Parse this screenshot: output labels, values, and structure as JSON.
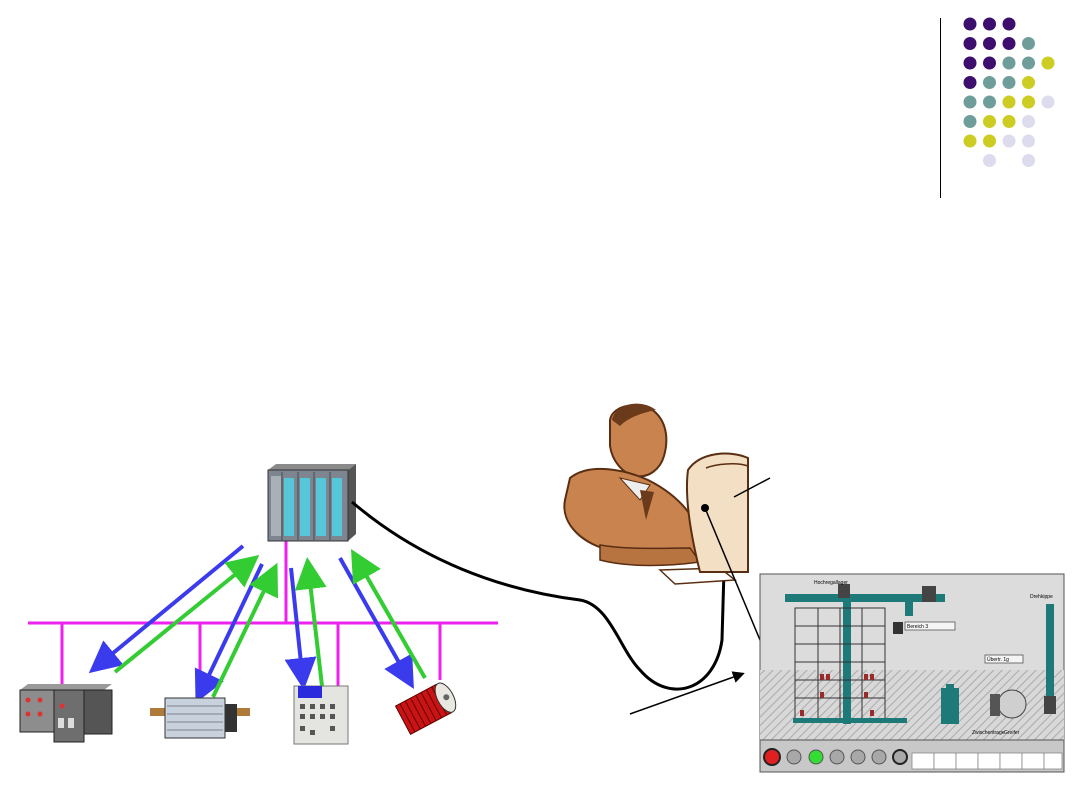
{
  "slide": {
    "background": "#ffffff",
    "decor_dot_grid": {
      "colors": {
        "purple": "#3d0e6e",
        "teal": "#6f9e9a",
        "yellow": "#cccc22",
        "lavender": "#dcdcee"
      },
      "rows": [
        [
          "purple",
          "purple",
          "purple"
        ],
        [
          "purple",
          "purple",
          "purple",
          "teal"
        ],
        [
          "purple",
          "purple",
          "teal",
          "teal",
          "yellow"
        ],
        [
          "purple",
          "teal",
          "teal",
          "yellow"
        ],
        [
          "teal",
          "teal",
          "yellow",
          "yellow",
          "lavender"
        ],
        [
          "teal",
          "yellow",
          "yellow",
          "lavender"
        ],
        [
          "yellow",
          "yellow",
          "lavender",
          "lavender"
        ],
        [
          "",
          "lavender",
          "",
          "lavender"
        ]
      ]
    }
  },
  "diagram": {
    "colors": {
      "bus": "#ee22ee",
      "arrow_down": "#3b3bee",
      "arrow_up": "#33cc33",
      "cable": "#000000"
    },
    "nodes": [
      "plc-rack",
      "io-module-block",
      "io-terminal",
      "operator-panel",
      "drive-motor",
      "operator-at-pc",
      "hmi-screen"
    ],
    "hmi": {
      "labels": [
        "Hochregallager",
        "Bereich 3",
        "Übertr. 1g",
        "Drehkippe",
        "Zwischentrage",
        "Greifer"
      ]
    }
  }
}
